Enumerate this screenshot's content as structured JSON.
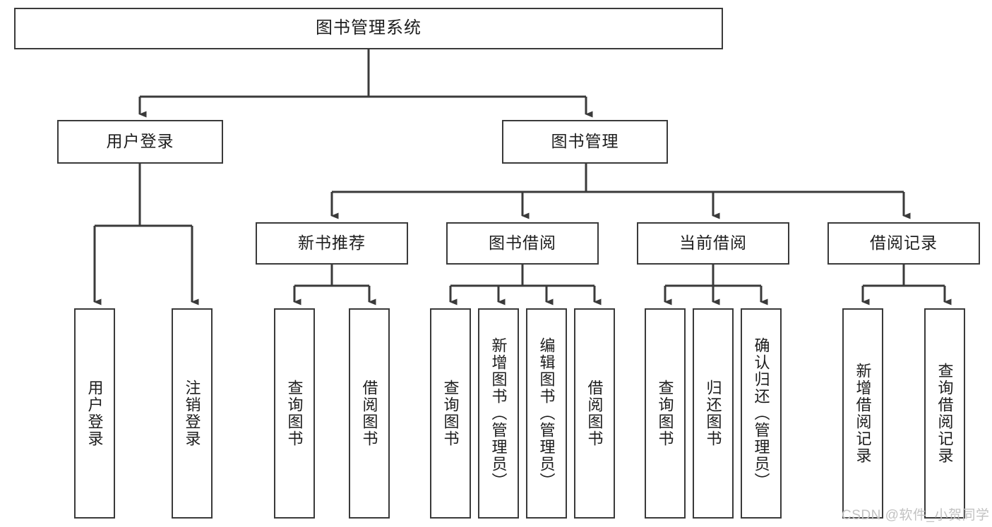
{
  "diagram": {
    "title": "图书管理系统",
    "type": "tree-hierarchy-diagram",
    "watermark": "CSDN @软件_小贺同学",
    "colors": {
      "box_border": "#3a3a3a",
      "box_fill": "#ffffff",
      "edge": "#3a3a3a",
      "text": "#1d1d1d",
      "watermark": "#c2c2c2",
      "background": "#ffffff"
    },
    "nodes": {
      "root": {
        "label": "图书管理系统"
      },
      "level2": [
        {
          "id": "user-login",
          "label": "用户登录"
        },
        {
          "id": "book-manage",
          "label": "图书管理"
        }
      ],
      "level3": [
        {
          "id": "new-book-recommend",
          "label": "新书推荐"
        },
        {
          "id": "book-borrow",
          "label": "图书借阅"
        },
        {
          "id": "current-borrow",
          "label": "当前借阅"
        },
        {
          "id": "borrow-record",
          "label": "借阅记录"
        }
      ],
      "leaves": {
        "user-login": [
          {
            "id": "leaf-user-login",
            "label": "用户登录"
          },
          {
            "id": "leaf-logout-login",
            "label": "注销登录"
          }
        ],
        "new-book-recommend": [
          {
            "id": "leaf-query-book-1",
            "label": "查询图书"
          },
          {
            "id": "leaf-borrow-book-1",
            "label": "借阅图书"
          }
        ],
        "book-borrow": [
          {
            "id": "leaf-query-book-2",
            "label": "查询图书"
          },
          {
            "id": "leaf-add-book",
            "label": "新增图书（管理员）"
          },
          {
            "id": "leaf-edit-book",
            "label": "编辑图书（管理员）"
          },
          {
            "id": "leaf-borrow-book-2",
            "label": "借阅图书"
          }
        ],
        "current-borrow": [
          {
            "id": "leaf-query-book-3",
            "label": "查询图书"
          },
          {
            "id": "leaf-return-book",
            "label": "归还图书"
          },
          {
            "id": "leaf-confirm-return",
            "label": "确认归还（管理员）"
          }
        ],
        "borrow-record": [
          {
            "id": "leaf-add-record",
            "label": "新增借阅记录"
          },
          {
            "id": "leaf-query-record",
            "label": "查询借阅记录"
          }
        ]
      }
    }
  }
}
